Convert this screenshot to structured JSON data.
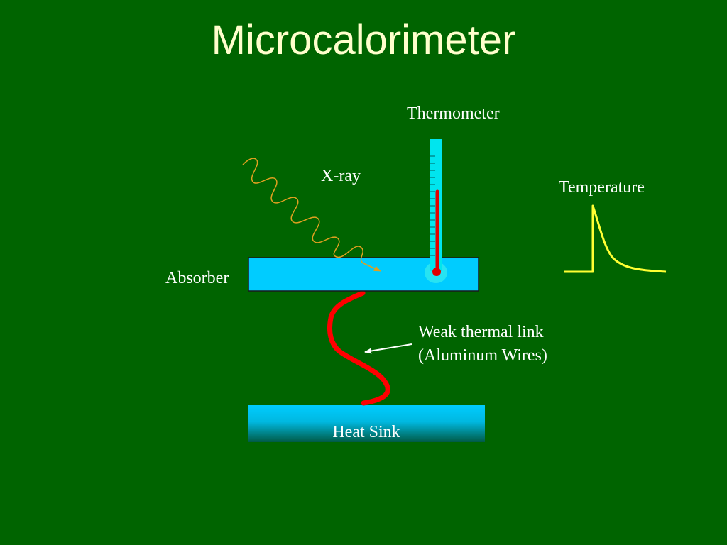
{
  "slide": {
    "title": "Microcalorimeter"
  },
  "labels": {
    "thermometer": "Thermometer",
    "xray": "X-ray",
    "temperature": "Temperature",
    "absorber": "Absorber",
    "link_line1": "Weak thermal link",
    "link_line2": "(Aluminum Wires)",
    "heat_sink": "Heat Sink"
  },
  "colors": {
    "background": "#006400",
    "title": "#ffffcc",
    "absorber": "#00ccff",
    "thermometer_tube": "#00e5ee",
    "mercury": "#e00000",
    "wire": "#ff0000",
    "xray": "#e0a020",
    "pulse": "#ffff33",
    "heat_sink_top": "#00ccff",
    "heat_sink_bottom": "#004d40"
  }
}
